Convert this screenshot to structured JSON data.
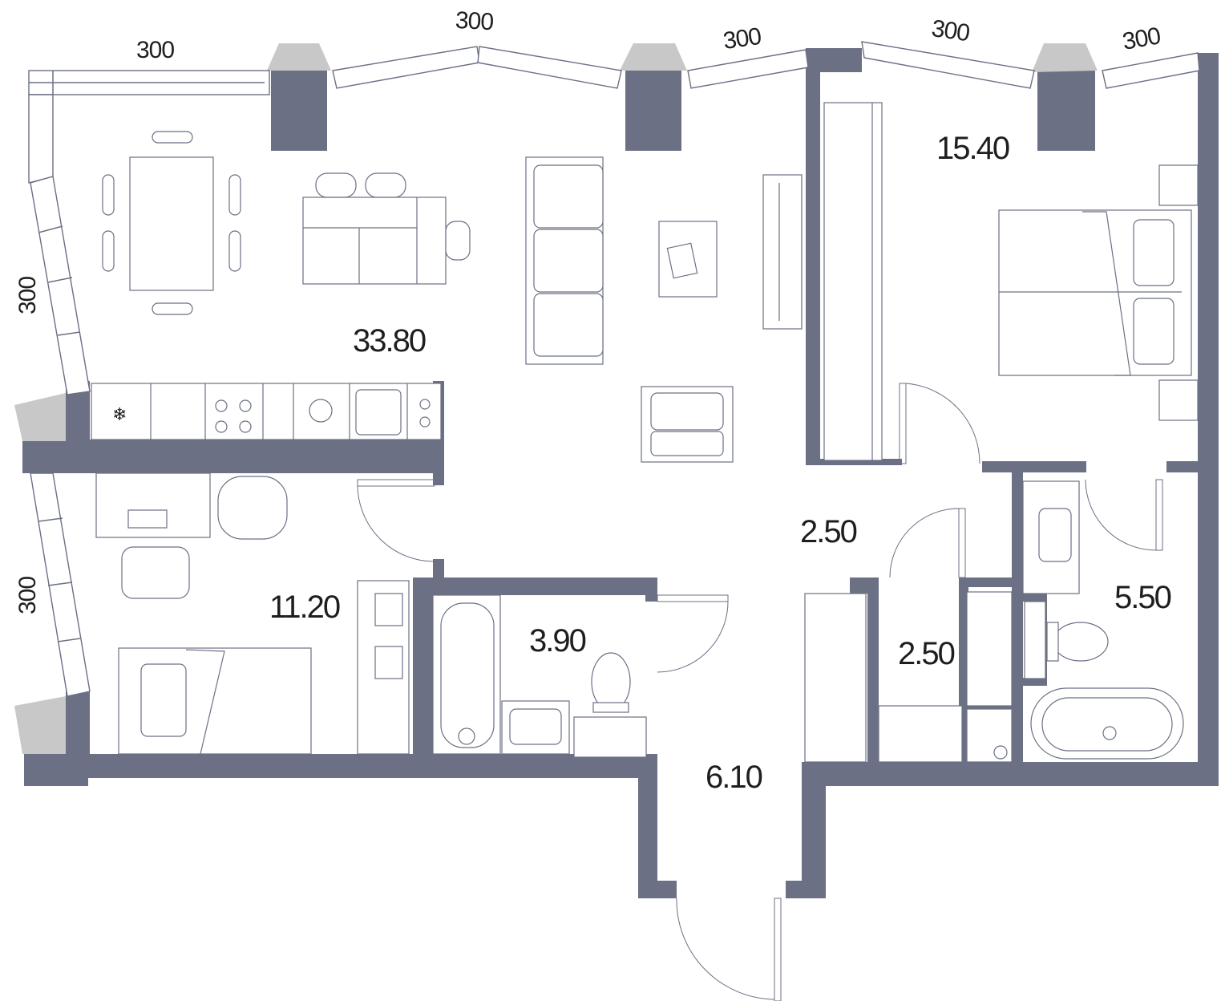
{
  "dimensions": [
    "300",
    "300",
    "300",
    "300",
    "300",
    "300",
    "300"
  ],
  "areas": {
    "living_kitchen": "33.80",
    "bedroom_master": "15.40",
    "bedroom_small": "11.20",
    "hall": "2.50",
    "wardrobe": "2.50",
    "bathroom_small": "3.90",
    "bathroom_master": "5.50",
    "entrance": "6.10"
  },
  "colors": {
    "wall": "#6b7084",
    "column_cap": "#c8c8c8",
    "background": "#ffffff"
  }
}
